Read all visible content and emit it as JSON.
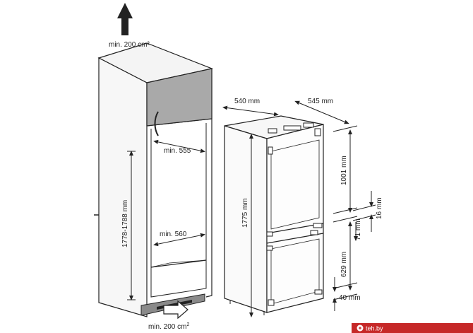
{
  "labels": {
    "top_vent": "min. 200 cm²",
    "bottom_vent": "min. 200 cm",
    "bottom_vent_sup": "2",
    "niche_width_top": "min. 555",
    "niche_width_bottom": "min. 560",
    "niche_height": "1778-1788 mm",
    "fridge_width": "540 mm",
    "fridge_depth": "545 mm",
    "fridge_height": "1775 mm",
    "upper_door": "1001 mm",
    "gap": "16 mm",
    "hinge_offset": "71 mm",
    "lower_door": "629 mm",
    "plinth": "40 mm"
  },
  "watermark": "teh.by",
  "colors": {
    "line": "#222222",
    "door_fill": "#a9a9a9",
    "cabinet_fill": "#f7f7f7",
    "watermark_bg": "#c62828"
  },
  "icons": {
    "air_up": "arrow-up-icon",
    "air_in": "arrow-right-icon"
  }
}
